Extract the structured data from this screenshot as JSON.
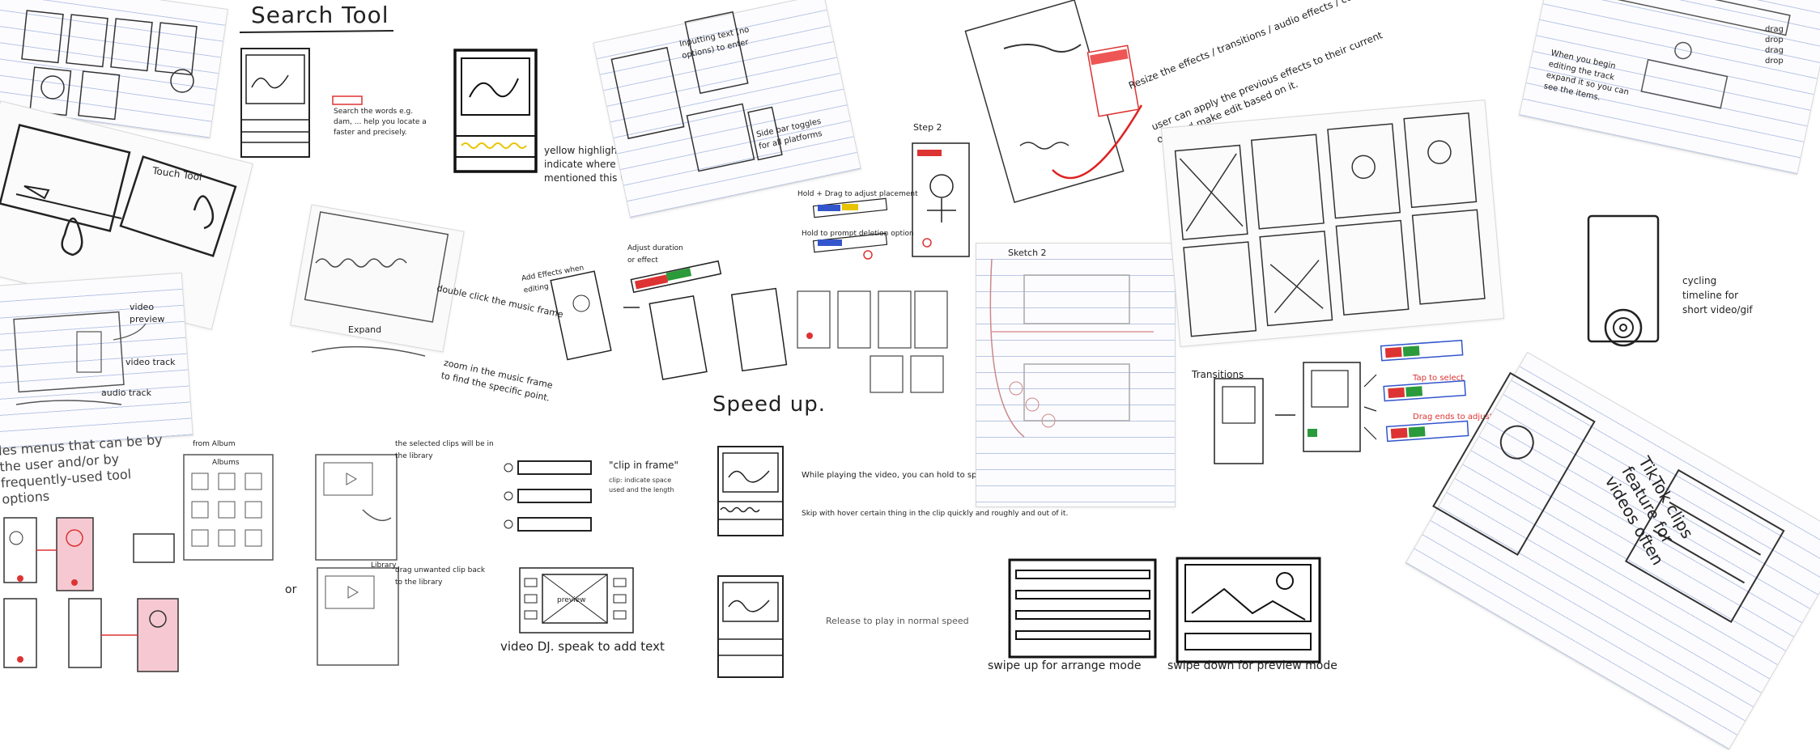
{
  "titles": {
    "search_tool": "Search Tool",
    "speed_up": "Speed up.",
    "video_dj": "video DJ. speak to add text",
    "swipe_up": "swipe up for arrange mode",
    "swipe_down": "swipe down for preview mode",
    "transitions": "Transitions",
    "sketch": "Sketch 2"
  },
  "notes": {
    "search_desc": "Search the words e.g. dam, ... help you locate a faster and precisely.",
    "yellow_highlight": "yellow highlights indicate where you mentioned this word",
    "double_click": "double click the music frame",
    "zoom_in": "zoom in the music frame to find the specific point.",
    "while_playing": "While playing the video, you can hold to speed up",
    "release": "Release to play in normal speed",
    "cycling_timeline": "cycling timeline for short video/gif",
    "tiktok": "TikTok clips feature for videos often",
    "video_preview": "video preview",
    "video_track": "video track",
    "audio_track": "audio track",
    "menus": "les menus that can be by the user and/or by frequently-used tool options",
    "clip_in_frame": "\"clip in frame\"",
    "step2": "Step 2",
    "resize_effects": "Resize the effects / transitions / audio effects / color",
    "apply_previous": "user can apply the previous effects to their current one and make edit based on it.",
    "tap_select": "Tap to select",
    "drag_duration": "Drag ends to adjust duration",
    "hold_drag": "Hold + Drag to adjust placement",
    "hold_delete": "Hold to prompt deletion option",
    "adjust_duration": "Adjust duration or effect",
    "add_effects": "Add Effects when editing",
    "selected_clips": "the selected clips will be in the library",
    "drag_clip": "drag unwanted clip back to the library",
    "albums": "Albums",
    "from_album": "from Album",
    "library": "Library",
    "or": "or",
    "preview": "preview",
    "expand": "Expand",
    "when_begin": "When you begin editing the track expand it so you can see the items.",
    "drop_items": "drag drop drag drop",
    "touch_tool": "Touch Tool",
    "typing_text": "Inputting text (no options) to enter",
    "side_bar": "Side bar toggles for all platforms"
  },
  "colors": {
    "ink": "#222222",
    "red": "#dd3333",
    "green": "#2a9a3a",
    "blue": "#3355cc",
    "yellow": "#e8c400",
    "pink": "#f4b6c2",
    "line_blue": "#b9c6e4"
  }
}
